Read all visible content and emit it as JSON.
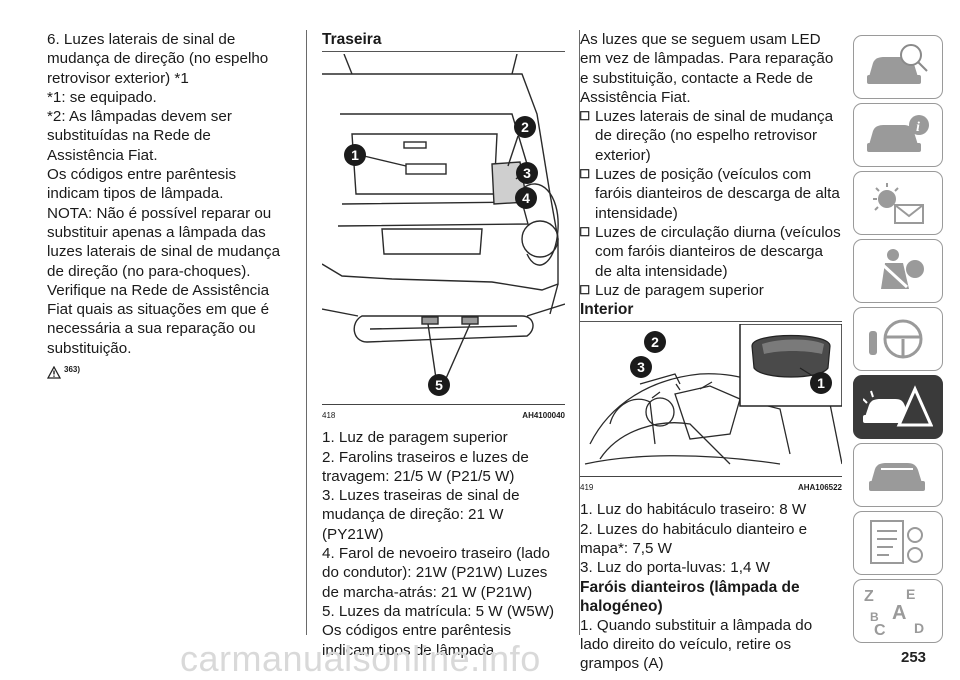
{
  "col1": {
    "paragraphs": [
      "6. Luzes laterais de sinal de mudança de direção (no espelho retrovisor exterior) *1",
      "*1: se equipado.",
      "*2: As lâmpadas devem ser substituídas na Rede de Assistência Fiat.",
      "Os códigos entre parêntesis indicam tipos de lâmpada.",
      "NOTA: Não é possível reparar ou substituir apenas a lâmpada das luzes laterais de sinal de mudança de direção (no para-choques). Verifique na Rede de Assistência Fiat quais as situações em que é necessária a sua reparação ou substituição."
    ],
    "warning_ref": "363)"
  },
  "col2": {
    "heading": "Traseira",
    "figure": {
      "number": "418",
      "code": "AH4100040",
      "callouts": [
        "1",
        "2",
        "3",
        "4",
        "5"
      ]
    },
    "items": [
      "1. Luz de paragem superior",
      "2. Farolins traseiros e luzes de travagem: 21/5 W (P21/5 W)",
      "3. Luzes traseiras de sinal de mudança de direção: 21 W (PY21W)",
      "4. Farol de nevoeiro traseiro (lado do condutor): 21W (P21W) Luzes de marcha-atrás: 21 W (P21W)",
      "5. Luzes da matrícula: 5 W (W5W) Os códigos entre parêntesis indicam tipos de lâmpada."
    ]
  },
  "col3": {
    "intro": "As luzes que se seguem usam LED em vez de lâmpadas. Para reparação e substituição, contacte a Rede de Assistência Fiat.",
    "bullets": [
      "Luzes laterais de sinal de mudança de direção (no espelho retrovisor exterior)",
      "Luzes de posição (veículos com faróis dianteiros de descarga de alta intensidade)",
      "Luzes de circulação diurna (veículos com faróis dianteiros de descarga de alta intensidade)",
      "Luz de paragem superior"
    ],
    "heading": "Interior",
    "figure": {
      "number": "419",
      "code": "AHA106522",
      "callouts": [
        "1",
        "2",
        "3"
      ]
    },
    "items": [
      "1. Luz do habitáculo traseiro: 8 W",
      "2. Luzes do habitáculo dianteiro e mapa*: 7,5 W",
      "3. Luz do porta-luvas: 1,4 W"
    ],
    "heading2": "Faróis dianteiros (lâmpada de halogéneo)",
    "tail": "1. Quando substituir a lâmpada do lado direito do veículo, retire os grampos (A)"
  },
  "sidebar": {
    "tabs": [
      {
        "icon": "car-search-icon"
      },
      {
        "icon": "car-info-icon"
      },
      {
        "icon": "warning-light-message-icon"
      },
      {
        "icon": "airbag-seatbelt-icon"
      },
      {
        "icon": "steering-key-icon"
      },
      {
        "icon": "car-breakdown-warning-icon",
        "active": true
      },
      {
        "icon": "car-maintenance-icon"
      },
      {
        "icon": "specs-gear-icon"
      },
      {
        "icon": "alphabetical-index-icon",
        "letters": [
          "Z",
          "E",
          "A",
          "B",
          "C",
          "D"
        ]
      }
    ]
  },
  "page_number": "253",
  "watermark": "carmanualsonline.info"
}
